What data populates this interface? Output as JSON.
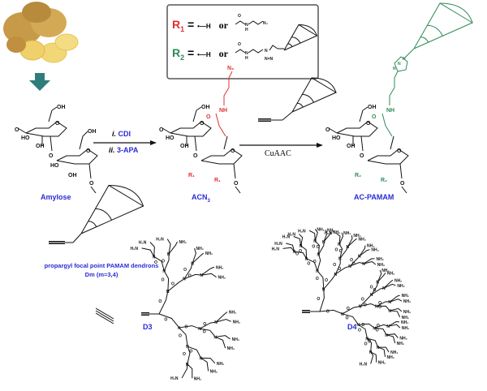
{
  "legend_box": {
    "r1_label": "R",
    "r1_sub": "1",
    "r2_label": "R",
    "r2_sub": "2",
    "equals": "=",
    "h_option": "•—H",
    "or": "or",
    "r1_option_atoms": [
      "O",
      "N",
      "H",
      "N₃"
    ],
    "r2_option_atoms": [
      "O",
      "N",
      "H",
      "N",
      "N=N"
    ]
  },
  "reaction": {
    "start_label": "Amylose",
    "step1_prefix": "i.",
    "step1_reagent": "CDI",
    "step2_prefix": "ii.",
    "step2_reagent": "3-APA",
    "intermediate_label": "ACN",
    "intermediate_sub": "3",
    "click_label": "CuAAC",
    "product_label": "AC-PAMAM",
    "azide": "N₃",
    "hydroxyl": "OH",
    "hydroxyl_rev": "HO",
    "oxygen": "O",
    "amide_nh": "NH",
    "r1": "R₁",
    "r2": "R₂",
    "triazole_atoms": [
      "N",
      "N",
      "N"
    ]
  },
  "dendron_legend": {
    "line1": "propargyl focal point PAMAM dendrons",
    "line2": "Dm (m=3,4)"
  },
  "dendrimers": {
    "d3_label": "D3",
    "d4_label": "D4",
    "terminal_group": "NH₂",
    "terminal_group_left": "H₂N",
    "amide_o": "O",
    "amide_n": "N"
  },
  "colors": {
    "label_blue": "#2b2bd6",
    "r1_red": "#e03030",
    "r2_green": "#2e8b57",
    "arrow_teal": "#2f7d7a"
  }
}
